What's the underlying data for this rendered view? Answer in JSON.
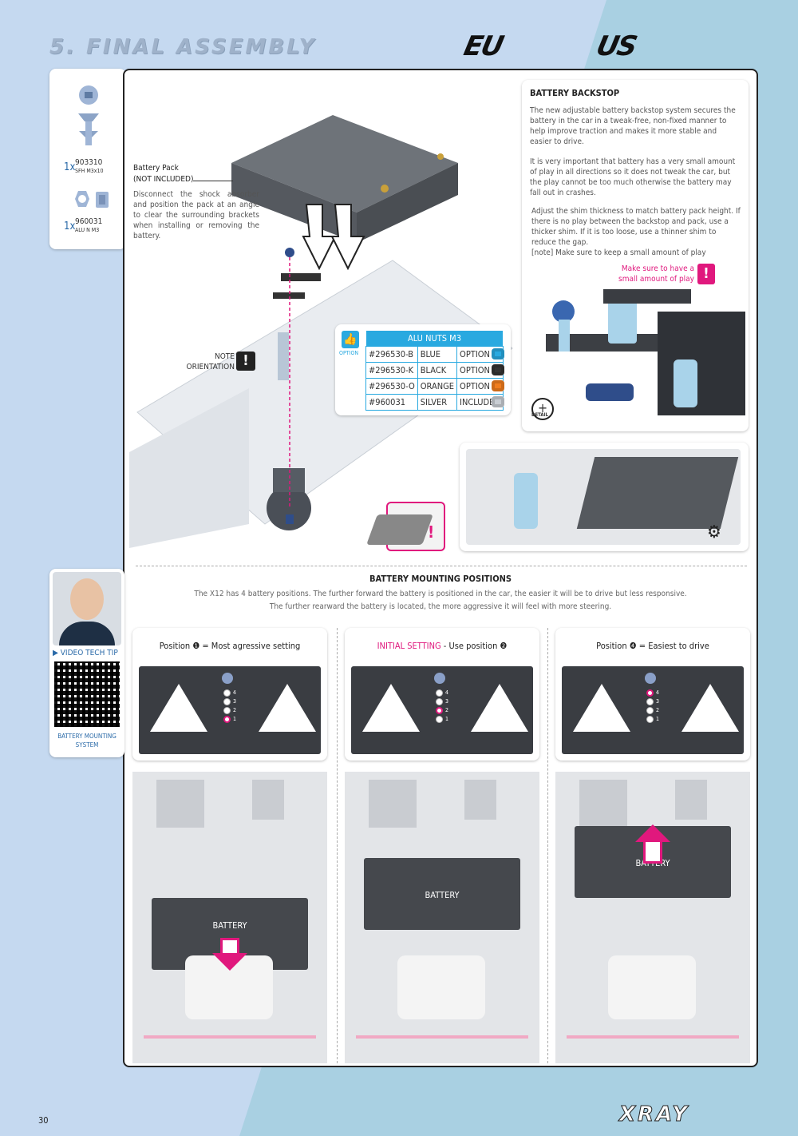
{
  "header": {
    "title": "5. FINAL ASSEMBLY",
    "region_eu": "EU",
    "region_us": "US"
  },
  "parts": [
    {
      "qty": "1x",
      "code": "903310",
      "desc": "SFH M3x10"
    },
    {
      "qty": "1x",
      "code": "960031",
      "desc": "ALU N M3"
    }
  ],
  "battery_pack": {
    "label_line1": "Battery Pack",
    "label_line2": "(NOT INCLUDED)",
    "text": "Disconnect the shock absorber and position the pack at an angle to clear the surrounding brackets when installing or removing the battery."
  },
  "note_orientation": {
    "line1": "NOTE",
    "line2": "ORIENTATION"
  },
  "alu_nuts": {
    "option_label": "OPTION",
    "header": "ALU NUTS M3",
    "rows": [
      {
        "code": "#296530-B",
        "color": "BLUE",
        "status": "OPTION",
        "swatch": "#29a9e0"
      },
      {
        "code": "#296530-K",
        "color": "BLACK",
        "status": "OPTION",
        "swatch": "#333333"
      },
      {
        "code": "#296530-O",
        "color": "ORANGE",
        "status": "OPTION",
        "swatch": "#f07d1e"
      },
      {
        "code": "#960031",
        "color": "SILVER",
        "status": "INCLUDED",
        "swatch": "#c8cdd3"
      }
    ]
  },
  "backstop": {
    "title": "BATTERY BACKSTOP",
    "p1": "The new adjustable battery backstop system secures the battery in the car in a tweak-free, non-fixed manner to help improve traction and makes it more stable and easier to drive.",
    "p2": "It is very important that battery has a very small amount of play in all directions so it does not tweak the car, but the play cannot be too much otherwise the battery may fall out in crashes.",
    "p3": "Adjust the shim thickness to match battery pack height. If there is no play between the backstop and pack, use a thicker shim. If it is too loose, use a thinner shim to reduce the gap.\n[note] Make sure to keep a small amount of play",
    "callout": "Make sure to have a small amount of play",
    "detail_label": "DETAIL"
  },
  "video_tip": {
    "label": "VIDEO TECH TIP",
    "caption": "BATTERY MOUNTING SYSTEM"
  },
  "positions": {
    "title": "BATTERY MOUNTING POSITIONS",
    "desc1": "The X12 has 4 battery positions. The further forward the battery is positioned in the car, the easier it will be to drive but less responsive.",
    "desc2": "The further rearward the battery is located, the more aggressive it will feel with more steering.",
    "cards": [
      {
        "prefix": "",
        "label": "Position ❶ = Most agressive setting",
        "selected": 1
      },
      {
        "prefix": "INITIAL SETTING",
        "label": " - Use position ❷",
        "selected": 2
      },
      {
        "prefix": "",
        "label": "Position ❹ = Easiest to drive",
        "selected": 4
      }
    ],
    "hole_numbers": [
      "4",
      "3",
      "2",
      "1"
    ],
    "battery_label": "BATTERY"
  },
  "footer": {
    "page": "30",
    "brand": "XRAY"
  }
}
